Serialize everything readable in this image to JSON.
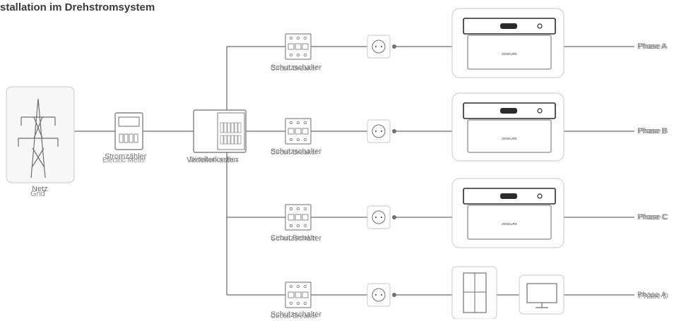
{
  "title": "stallation im Drehstromsystem",
  "grid": {
    "label_de": "Netz",
    "label_en": "Grid"
  },
  "meter": {
    "label_de": "Stromzähler",
    "label_en": "Electric Meter"
  },
  "distribution": {
    "label_de": "Verteilerkasten",
    "label_en": "Distribution Box"
  },
  "breaker": {
    "label_de": "Schutzschalter",
    "label_en": "Circuit Breaker"
  },
  "device": {
    "brand": "ZENDURE"
  },
  "phases": [
    {
      "label_de": "Phase A",
      "label_en": "Phase A"
    },
    {
      "label_de": "Phase B",
      "label_en": "Phase B"
    },
    {
      "label_de": "Phase C",
      "label_en": "Phase C"
    },
    {
      "label_de": "Phase A",
      "label_en": "Phase D"
    }
  ],
  "colors": {
    "line": "#6e6e6e",
    "box_border": "#c8c8c8",
    "text": "#707070"
  }
}
